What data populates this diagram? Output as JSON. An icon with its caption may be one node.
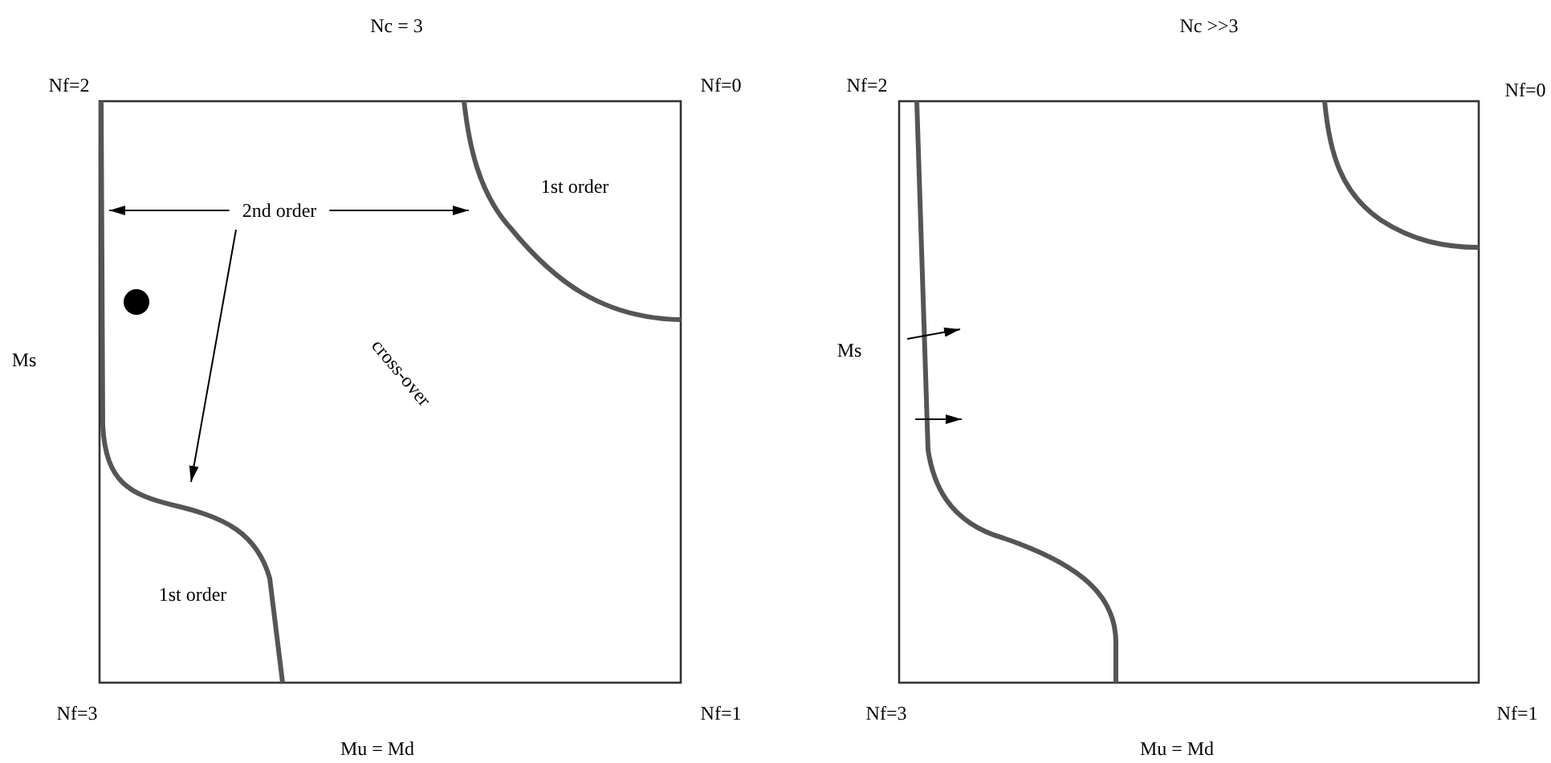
{
  "diagram": {
    "nodes": [
      {
        "text": [
          "2nd order"
        ]
      },
      {
        "text": [],
        "shape": "curve"
      },
      {
        "text": [],
        "shape": "curve"
      },
      {
        "text": [],
        "shape": "curve"
      }
    ],
    "edges": [
      {
        "from": 0,
        "to": 1,
        "arrow": "to"
      },
      {
        "from": 0,
        "to": 2,
        "arrow": "to"
      },
      {
        "from": 0,
        "to": 3,
        "arrow": "to"
      }
    ],
    "labels": [
      "Nc = 3",
      "Nf=2",
      "Nf=0",
      "1st order",
      "cross-over",
      "Ms",
      "1st order",
      "Nf=3",
      "Nf=1",
      "Mu = Md",
      "Nc >>3",
      "Nf=2",
      "Nf=0",
      "Ms",
      "Nf=3",
      "Nf=1",
      "Mu = Md"
    ]
  }
}
